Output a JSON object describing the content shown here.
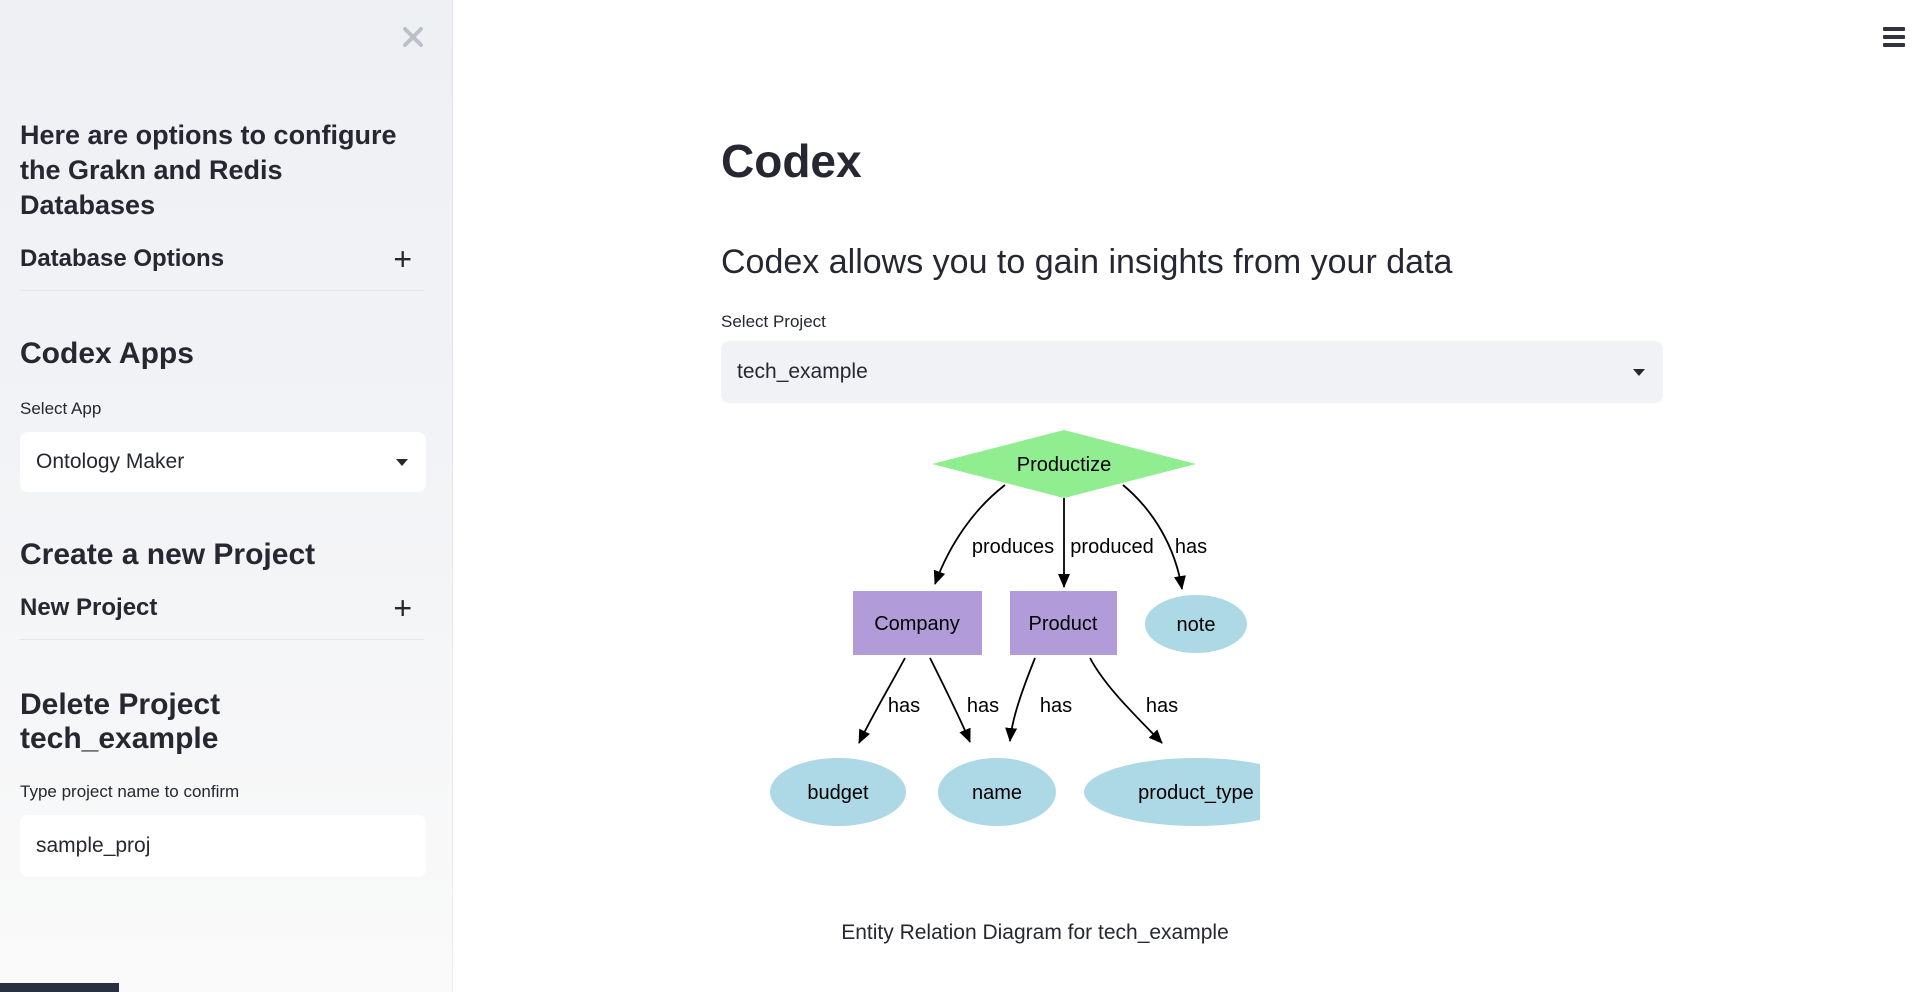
{
  "sidebar": {
    "intro_text": "Here are options to configure the Grakn and Redis Databases",
    "database_options": {
      "label": "Database Options",
      "expand_icon": "+"
    },
    "apps": {
      "heading": "Codex Apps",
      "select_label": "Select App",
      "selected_app": "Ontology Maker"
    },
    "create_project": {
      "heading": "Create a new Project",
      "expander_label": "New Project",
      "expand_icon": "+"
    },
    "delete_project": {
      "heading": "Delete Project tech_example",
      "input_label": "Type project name to confirm",
      "input_value": "sample_proj"
    }
  },
  "main": {
    "title": "Codex",
    "subtitle": "Codex allows you to gain insights from your data",
    "project_select": {
      "label": "Select Project",
      "selected": "tech_example"
    },
    "caption": "Entity Relation Diagram for tech_example"
  },
  "diagram": {
    "nodes": [
      {
        "id": "Productize",
        "label": "Productize",
        "shape": "diamond",
        "type": "relation",
        "color": "#90ee90"
      },
      {
        "id": "Company",
        "label": "Company",
        "shape": "box",
        "type": "entity",
        "color": "#b19cd9"
      },
      {
        "id": "Product",
        "label": "Product",
        "shape": "box",
        "type": "entity",
        "color": "#b19cd9"
      },
      {
        "id": "note",
        "label": "note",
        "shape": "ellipse",
        "type": "attribute",
        "color": "#add8e6"
      },
      {
        "id": "budget",
        "label": "budget",
        "shape": "ellipse",
        "type": "attribute",
        "color": "#add8e6"
      },
      {
        "id": "name",
        "label": "name",
        "shape": "ellipse",
        "type": "attribute",
        "color": "#add8e6"
      },
      {
        "id": "product_type",
        "label": "product_type",
        "shape": "ellipse",
        "type": "attribute",
        "color": "#add8e6"
      }
    ],
    "edges": [
      {
        "from": "Productize",
        "to": "Company",
        "label": "produces"
      },
      {
        "from": "Productize",
        "to": "Product",
        "label": "produced"
      },
      {
        "from": "Productize",
        "to": "note",
        "label": "has"
      },
      {
        "from": "Company",
        "to": "budget",
        "label": "has"
      },
      {
        "from": "Company",
        "to": "name",
        "label": "has"
      },
      {
        "from": "Product",
        "to": "name",
        "label": "has"
      },
      {
        "from": "Product",
        "to": "product_type",
        "label": "has"
      }
    ],
    "edge_color": "#000000",
    "text_color": "#000000"
  }
}
